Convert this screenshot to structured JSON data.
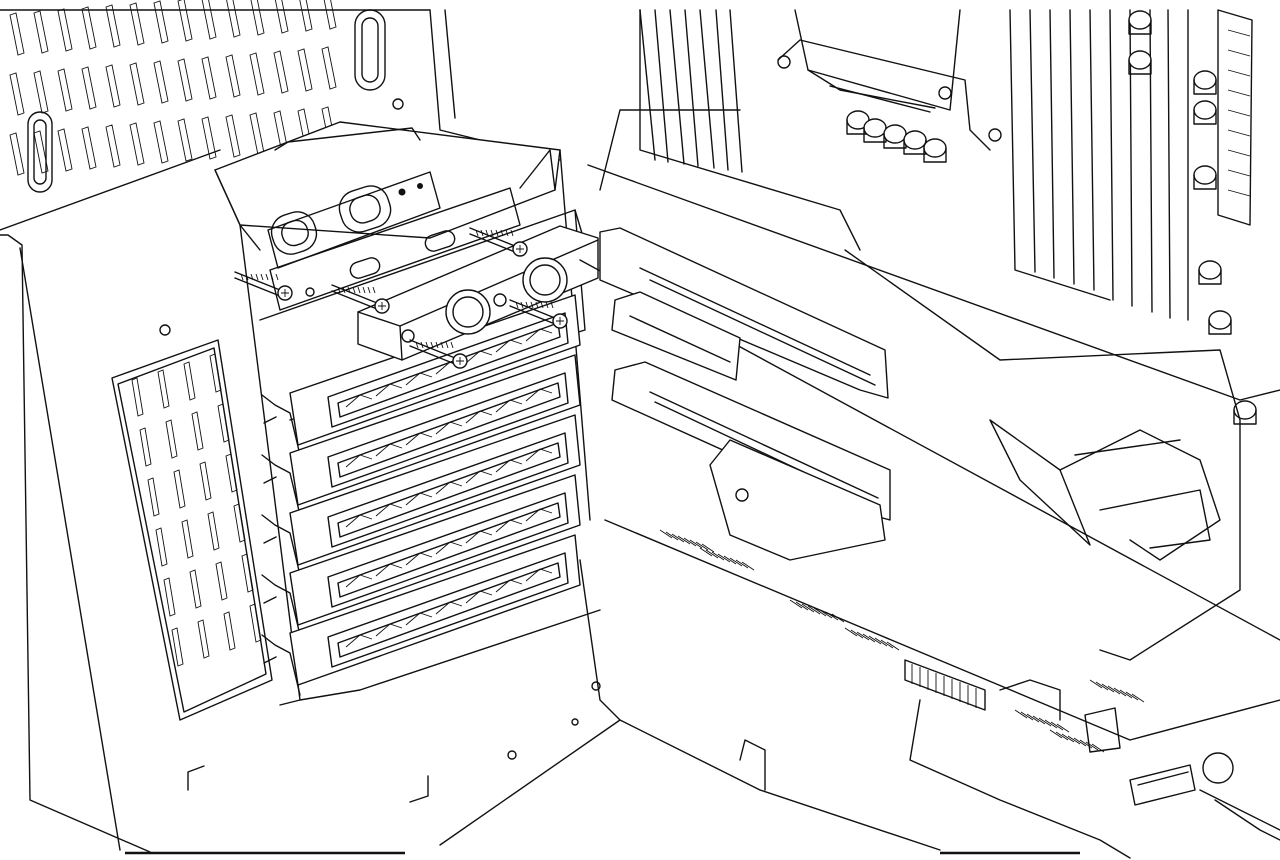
{
  "colors": {
    "ink": "#111111",
    "paper": "#ffffff"
  },
  "components": {
    "chassis": "pc-case-interior",
    "bracket": "expansion-slot-bracket",
    "mount_block": "fitting-mount-block",
    "screws": "mounting-screws",
    "slot_covers": "pci-slot-covers",
    "motherboard": "motherboard",
    "pcie_slots": "pcie-slots",
    "memory": "ram-slots",
    "cpu_socket": "cpu-socket",
    "capacitors": "capacitors",
    "headers": "pin-headers",
    "logo": "rog-logo-shroud"
  }
}
